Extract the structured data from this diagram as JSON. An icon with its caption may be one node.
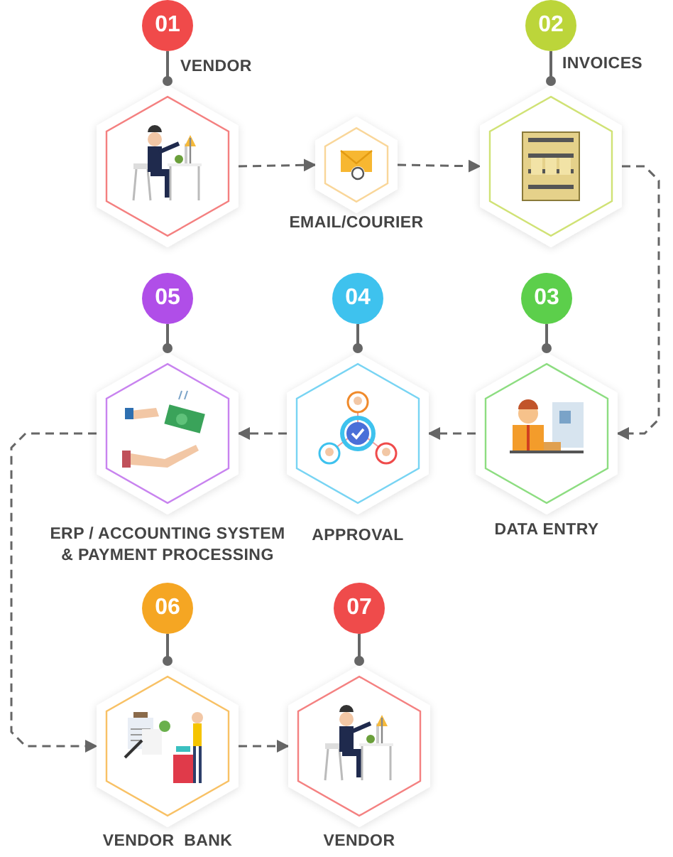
{
  "diagram": {
    "nodes": [
      {
        "text": [
          "01",
          "VENDOR"
        ]
      },
      {
        "text": [
          "EMAIL/COURIER"
        ]
      },
      {
        "text": [
          "02",
          "INVOICES"
        ]
      },
      {
        "text": [
          "03",
          "DATA ENTRY"
        ]
      },
      {
        "text": [
          "04",
          "APPROVAL"
        ]
      },
      {
        "text": [
          "05",
          "ERP / ACCOUNTING SYSTEM & PAYMENT PROCESSING"
        ]
      },
      {
        "text": [
          "06",
          "VENDOR  BANK"
        ]
      },
      {
        "text": [
          "07",
          "VENDOR"
        ]
      }
    ],
    "edges": [
      {
        "from": 0,
        "to": 1,
        "arrow": "to"
      },
      {
        "from": 1,
        "to": 2,
        "arrow": "to"
      },
      {
        "from": 2,
        "to": 3,
        "arrow": "to"
      },
      {
        "from": 3,
        "to": 4,
        "arrow": "to"
      },
      {
        "from": 4,
        "to": 5,
        "arrow": "to"
      },
      {
        "from": 5,
        "to": 6,
        "arrow": "to"
      },
      {
        "from": 6,
        "to": 7,
        "arrow": "to"
      }
    ]
  }
}
